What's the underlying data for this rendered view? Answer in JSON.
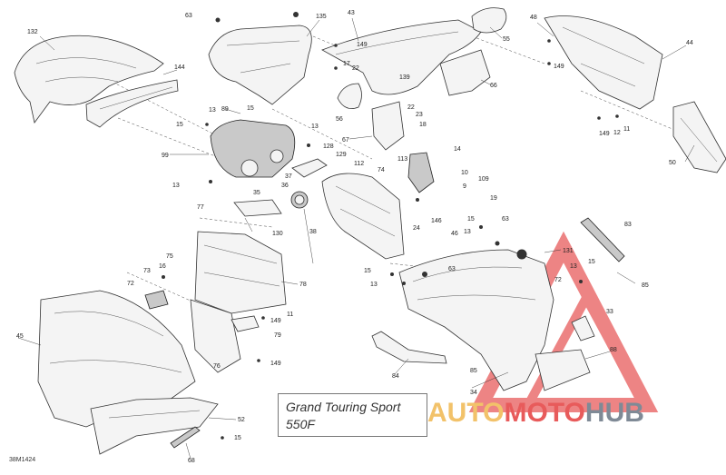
{
  "diagram": {
    "doc_code": "38M1424",
    "model": {
      "line1": "Grand Touring Sport",
      "line2": "550F"
    },
    "watermark": {
      "part1": "AUTO",
      "part2": "MOTO",
      "part3": "HUB",
      "color1": "#f2c26a",
      "color2": "#e85b5b",
      "color3": "#7f8a96"
    },
    "callouts": {
      "c63a": "63",
      "c135": "135",
      "c43": "43",
      "c48": "48",
      "c132": "132",
      "c144": "144",
      "c149a": "149",
      "c17": "17",
      "c22a": "22",
      "c55": "55",
      "c44": "44",
      "c149b": "149",
      "c139": "139",
      "c66": "66",
      "c89": "89",
      "c15a": "15",
      "c13a": "13",
      "c56": "56",
      "c22b": "22",
      "c23": "23",
      "c15b": "15",
      "c18": "18",
      "c67": "67",
      "c149c": "149",
      "c12": "12",
      "c11a": "11",
      "c13b": "13",
      "c128": "128",
      "c129": "129",
      "c99": "99",
      "c14": "14",
      "c50": "50",
      "c113": "113",
      "c112": "112",
      "c74": "74",
      "c37": "37",
      "c13c": "13",
      "c35": "35",
      "c36": "36",
      "c10": "10",
      "c109": "109",
      "c19": "19",
      "c9": "9",
      "c24": "24",
      "c146": "146",
      "c46": "46",
      "c77": "77",
      "c130": "130",
      "c38": "38",
      "c15c": "15",
      "c13d": "13",
      "c63b": "63",
      "c83": "83",
      "c131": "131",
      "c75": "75",
      "c73": "73",
      "c16": "16",
      "c78": "78",
      "c15d": "15",
      "c13e": "13",
      "c63c": "63",
      "c72a": "72",
      "c13f": "13",
      "c15e": "15",
      "c85a": "85",
      "c72b": "72",
      "c11b": "11",
      "c149d": "149",
      "c79": "79",
      "c45": "45",
      "c76": "76",
      "c149e": "149",
      "c33": "33",
      "c88": "88",
      "c84": "84",
      "c85b": "85",
      "c34": "34",
      "c52": "52",
      "c15f": "15",
      "c68": "68"
    }
  }
}
